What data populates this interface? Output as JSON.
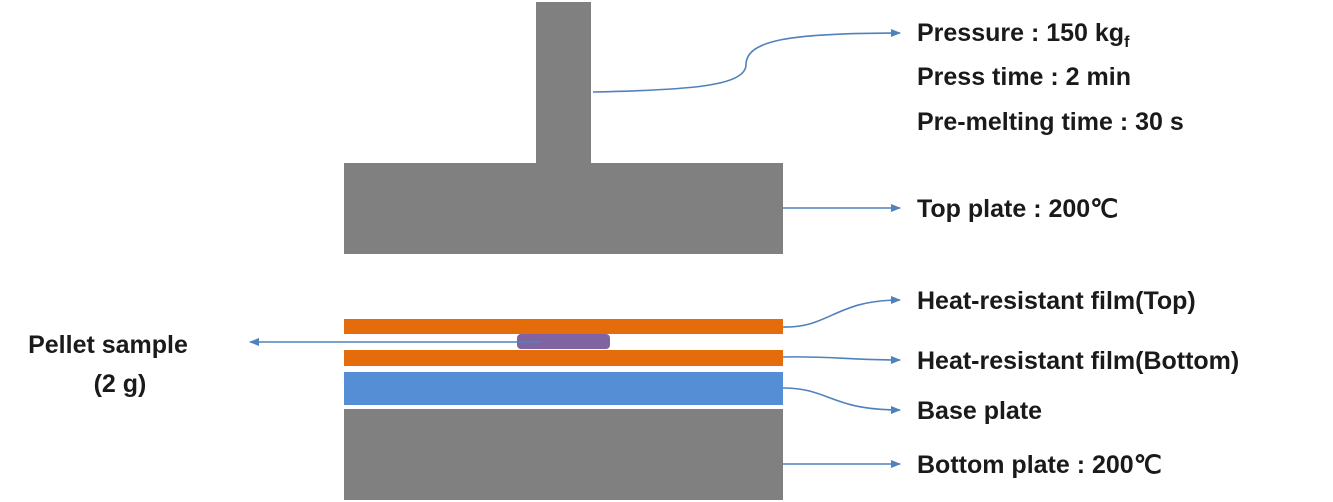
{
  "colors": {
    "press_gray": "#808080",
    "film_orange": "#e46c0a",
    "base_blue": "#558ed5",
    "pellet_purple": "#8064a2",
    "arrow_blue": "#4f81bd",
    "text": "#1a1a1a"
  },
  "press_settings": {
    "pressure_label": "Pressure : 150 kg",
    "pressure_subscript": "f",
    "press_time": "Press time : 2 min",
    "pre_melting_time": "Pre-melting time : 30 s"
  },
  "labels": {
    "top_plate": "Top plate : 200℃",
    "film_top": "Heat-resistant film(Top)",
    "film_bottom": "Heat-resistant film(Bottom)",
    "base_plate": "Base plate",
    "bottom_plate": "Bottom plate : 200℃",
    "pellet_line1": "Pellet sample",
    "pellet_line2": "(2 g)"
  }
}
